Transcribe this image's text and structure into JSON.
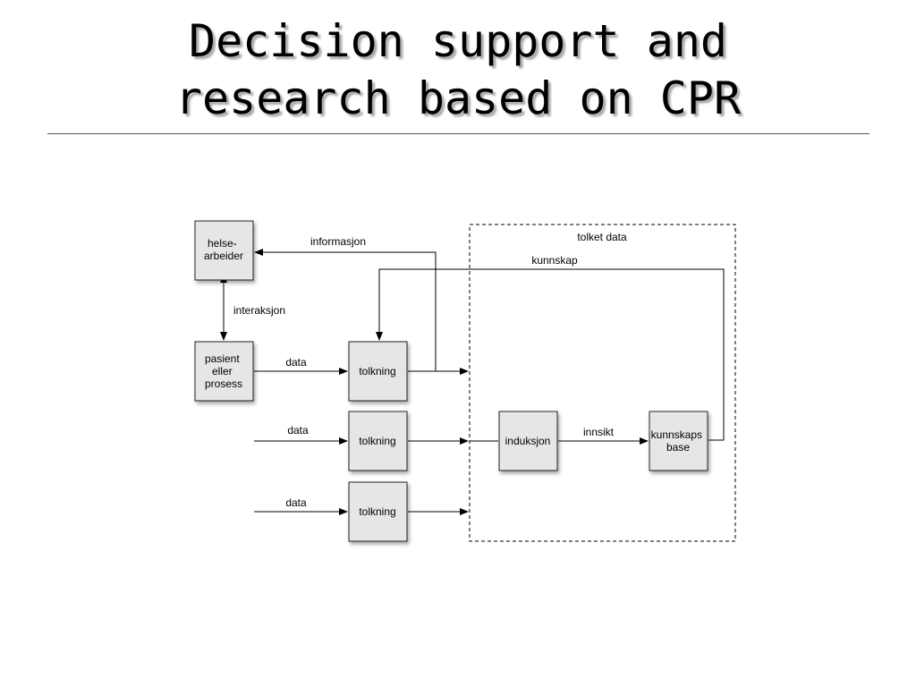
{
  "title": {
    "line1": "Decision support and",
    "line2": "research based on CPR"
  },
  "diagram": {
    "region_label": "tolket data",
    "nodes": {
      "helse": [
        "helse-",
        "arbeider"
      ],
      "pasient": [
        "pasient",
        "eller",
        "prosess"
      ],
      "tolkning1": [
        "tolkning"
      ],
      "tolkning2": [
        "tolkning"
      ],
      "tolkning3": [
        "tolkning"
      ],
      "induksjon": [
        "induksjon"
      ],
      "kunnskapsbase": [
        "kunnskaps",
        "base"
      ]
    },
    "edges": {
      "informasjon": "informasjon",
      "kunnskap": "kunnskap",
      "interaksjon": "interaksjon",
      "data1": "data",
      "data2": "data",
      "data3": "data",
      "innsikt": "innsikt"
    }
  }
}
